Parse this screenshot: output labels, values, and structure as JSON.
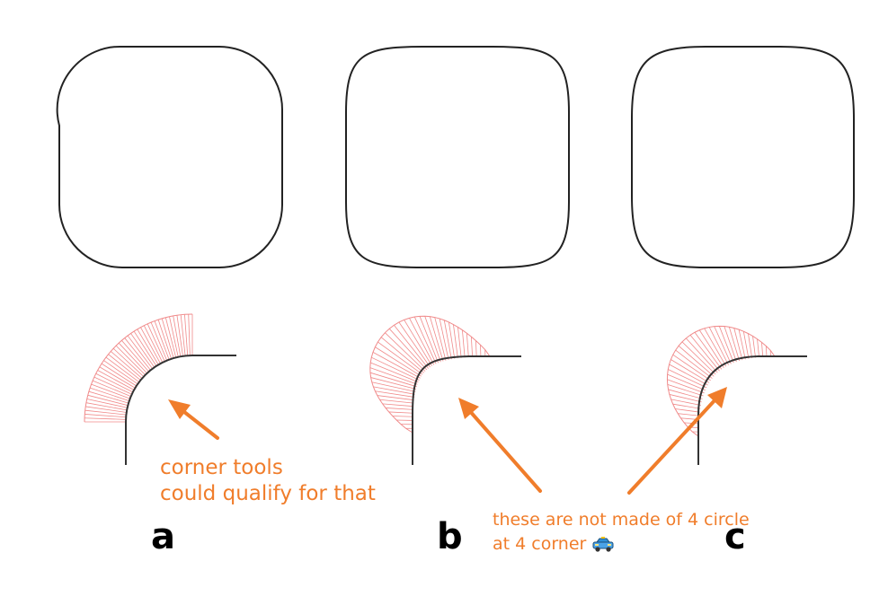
{
  "annotations": {
    "note_a_line1": "corner tools",
    "note_a_line2": "could qualify for that",
    "note_bc_line1": "these are not made of 4 circle",
    "note_bc_line2": "at 4 corner"
  },
  "labels": {
    "a": "a",
    "b": "b",
    "c": "c"
  },
  "colors": {
    "shape_stroke": "#222222",
    "curvature_comb": "#f08a8a",
    "annotation": "#f07d2b"
  },
  "icons": {
    "emoji": "taxi-icon"
  }
}
